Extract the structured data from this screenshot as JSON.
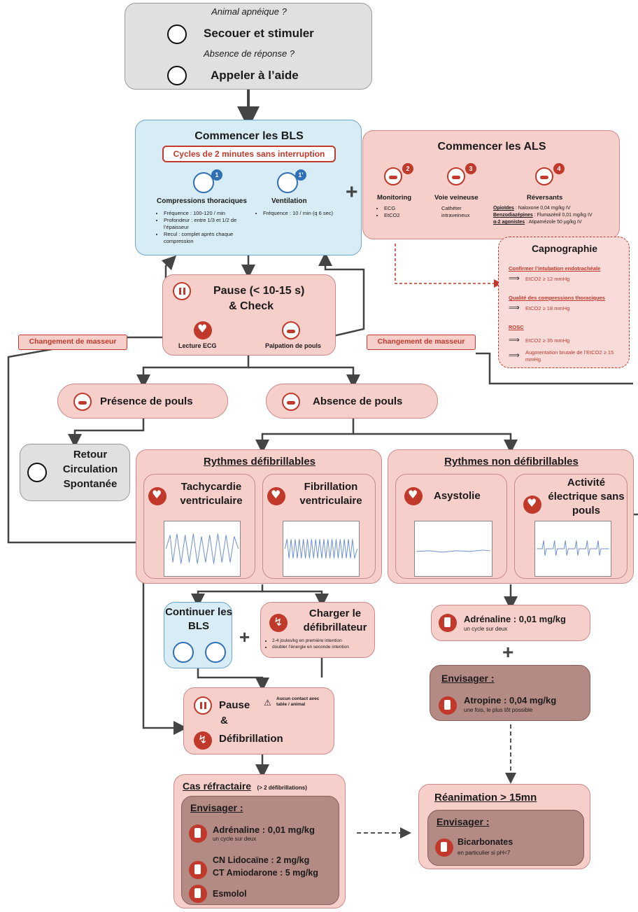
{
  "top": {
    "q1": "Animal apnéique ?",
    "a1": "Secouer et stimuler",
    "q2": "Absence de réponse ?",
    "a2": "Appeler à l’aide"
  },
  "bls": {
    "title": "Commencer les BLS",
    "cycles": "Cycles de 2 minutes sans interruption",
    "comp_badge": "1",
    "vent_badge": "1'",
    "comp_title": "Compressions thoraciques",
    "comp_items": [
      "Fréquence : 100-120 / min",
      "Profondeur : entre 1/3 et 1/2 de l’épaisseur",
      "Recul : complet après chaque compression"
    ],
    "vent_title": "Ventilation",
    "vent_items": [
      "Fréquence : 10 / min (q 6 sec)"
    ]
  },
  "plus": "+",
  "als": {
    "title": "Commencer les ALS",
    "mon_badge": "2",
    "mon_title": "Monitoring",
    "mon_items": [
      "ECG",
      "EtCO2"
    ],
    "vv_badge": "3",
    "vv_title": "Voie veineuse",
    "vv_text": "Cathéter intraveineux",
    "rev_badge": "4",
    "rev_title": "Réversants",
    "rev_lines": [
      {
        "k": "Opioïdes",
        "v": " : Naloxone 0,04 mg/kg IV"
      },
      {
        "k": "Benzodiazépines",
        "v": " : Flumazénil 0,01 mg/kg IV"
      },
      {
        "k": "α-2 agonistes",
        "v": " : Atipamézole 50 µg/kg IV"
      }
    ]
  },
  "capno": {
    "title": "Capnographie",
    "s1": "Confirmer l’intubation endotrachéale",
    "v1": "EtCO2 ≥ 12 mmHg",
    "s2": "Qualité des compressions thoraciques",
    "v2": "EtCO2 ≥ 18 mmHg",
    "s3": "ROSC",
    "v3": "EtCO2 ≥ 35 mmHg",
    "v4": "Augmentation brutale de l’EtCO2 ≥ 15 mmHg"
  },
  "pause": {
    "title1": "Pause (< 10-15 s)",
    "title2": "& Check",
    "ecg": "Lecture ECG",
    "pouls": "Palpation de pouls"
  },
  "masseur": "Changement de masseur",
  "presence": "Présence de pouls",
  "absence": "Absence de pouls",
  "rosc": "Retour Circulation Spontanée",
  "defib": {
    "title": "Rythmes défibrillables",
    "tv": "Tachycardie ventriculaire",
    "fv": "Fibrillation ventriculaire"
  },
  "nondefib": {
    "title": "Rythmes non défibrillables",
    "asy": "Asystolie",
    "aesp": "Activité électrique sans pouls"
  },
  "continuer": "Continuer les BLS",
  "charger": {
    "title": "Charger le défibrillateur",
    "items": [
      "2-4 joules/kg en première intention",
      "doubler l’énergie en seconde intention"
    ]
  },
  "adre1": {
    "name": "Adrénaline  :  0,01 mg/kg",
    "sub": "un cycle sur deux"
  },
  "envisager": "Envisager :",
  "atropine": {
    "name": "Atropine  :  0,04 mg/kg",
    "sub": "une fois, le plus tôt possible"
  },
  "pause2": {
    "pause": "Pause",
    "amp": "&",
    "defib": "Défibrillation",
    "warn": "Aucun contact avec table / animal"
  },
  "refract": {
    "title": "Cas réfractaire",
    "sub": "(> 2 défibrillations)",
    "adre": "Adrénaline  :  0,01 mg/kg",
    "adre_sub": "un cycle sur deux",
    "lido": "CN Lidocaïne : 2 mg/kg",
    "amio": "CT Amiodarone : 5 mg/kg",
    "esmolol": "Esmolol"
  },
  "reanim": {
    "title": "Réanimation > 15mn",
    "bicar": "Bicarbonates",
    "bicar_sub": "en particulier si pH<7"
  }
}
